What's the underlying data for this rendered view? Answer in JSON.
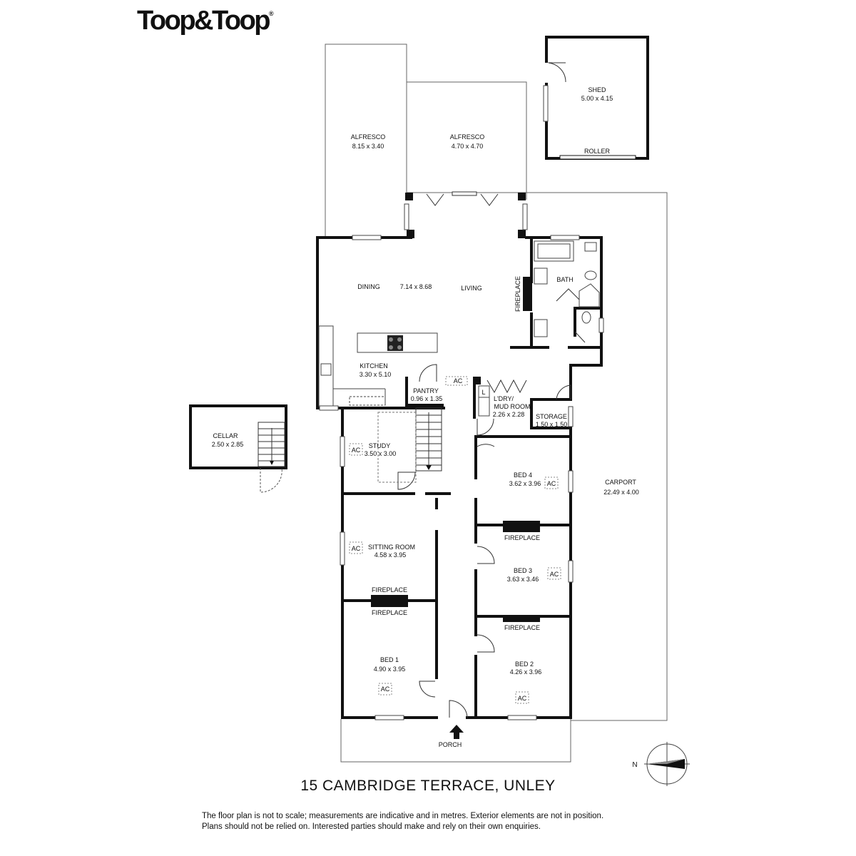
{
  "brand": {
    "logo_text": "Toop&Toop",
    "registered_mark": "®"
  },
  "address": "15 CAMBRIDGE TERRACE, UNLEY",
  "disclaimer": {
    "line1": "The floor plan is not to scale; measurements are indicative and in metres. Exterior elements are not in position.",
    "line2": "Plans should not be relied on. Interested parties should make and rely on their own enquiries."
  },
  "compass": {
    "label": "N"
  },
  "rooms": {
    "alfresco_1": {
      "name": "ALFRESCO",
      "size": "8.15 x 3.40"
    },
    "alfresco_2": {
      "name": "ALFRESCO",
      "size": "4.70 x 4.70"
    },
    "shed": {
      "name": "SHED",
      "size": "5.00 x 4.15",
      "door": "ROLLER"
    },
    "dining": {
      "name": "DINING"
    },
    "living_size": {
      "size": "7.14 x 8.68"
    },
    "living": {
      "name": "LIVING"
    },
    "bath": {
      "name": "BATH"
    },
    "kitchen": {
      "name": "KITCHEN",
      "size": "3.30 x 5.10"
    },
    "pantry": {
      "name": "PANTRY",
      "size": "0.96 x 1.35"
    },
    "laundry": {
      "name1": "L'DRY/",
      "name2": "MUD ROOM",
      "size": "2.26 x 2.28",
      "appliance": "L"
    },
    "storage": {
      "name": "STORAGE",
      "size": "1.50 x 1.50"
    },
    "cellar": {
      "name": "CELLAR",
      "size": "2.50 x 2.85"
    },
    "study": {
      "name": "STUDY",
      "size": "3.50 x 3.00"
    },
    "bed4": {
      "name": "BED 4",
      "size": "3.62 x 3.96"
    },
    "carport": {
      "name": "CARPORT",
      "size": "22.49 x 4.00"
    },
    "sitting": {
      "name": "SITTING ROOM",
      "size": "4.58 x 3.95"
    },
    "bed3": {
      "name": "BED 3",
      "size": "3.63 x 3.46"
    },
    "bed1": {
      "name": "BED 1",
      "size": "4.90 x 3.95"
    },
    "bed2": {
      "name": "BED 2",
      "size": "4.26 x 3.96"
    },
    "porch": {
      "name": "PORCH"
    }
  },
  "fixtures": {
    "fireplace": "FIREPLACE",
    "ac": "AC"
  }
}
